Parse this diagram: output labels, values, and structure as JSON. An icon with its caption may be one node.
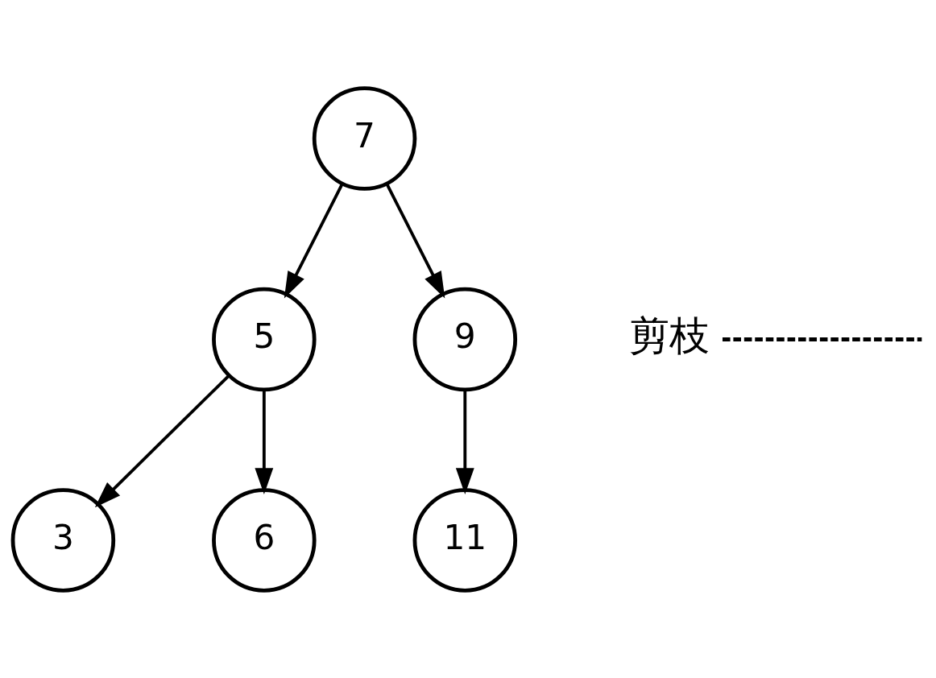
{
  "diagram": {
    "nodes": [
      {
        "text": [
          "7"
        ]
      },
      {
        "text": [
          "5"
        ]
      },
      {
        "text": [
          "9"
        ]
      },
      {
        "text": [
          "3"
        ]
      },
      {
        "text": [
          "6"
        ]
      },
      {
        "text": [
          "11"
        ]
      },
      {
        "text": [
          "剪枝"
        ]
      }
    ],
    "edges": [
      {
        "from": 0,
        "to": 1,
        "arrow": "to"
      },
      {
        "from": 0,
        "to": 2,
        "arrow": "to"
      },
      {
        "from": 1,
        "to": 3,
        "arrow": "to"
      },
      {
        "from": 1,
        "to": 4,
        "arrow": "to"
      },
      {
        "from": 2,
        "to": 5,
        "arrow": "to"
      },
      {
        "from": 6,
        "to": null,
        "arrow": "none",
        "style": "dashed"
      }
    ]
  }
}
